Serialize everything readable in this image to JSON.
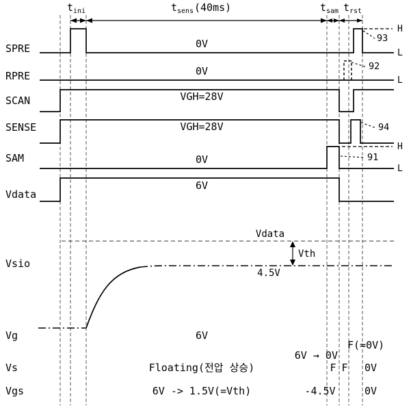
{
  "header": {
    "t_ini": {
      "main": "t",
      "sub": "ini"
    },
    "t_sens": {
      "main": "t",
      "sub": "sens",
      "suffix": "(40ms)"
    },
    "t_sam": {
      "main": "t",
      "sub": "sam"
    },
    "t_rst": {
      "main": "t",
      "sub": "rst"
    }
  },
  "signals": {
    "spre": {
      "label": "SPRE",
      "level": "0V",
      "high_marker": "H",
      "low_marker": "L",
      "ref_number": "93"
    },
    "rpre": {
      "label": "RPRE",
      "level": "0V",
      "low_marker": "L",
      "ref_number": "92"
    },
    "scan": {
      "label": "SCAN",
      "level": "VGH=28V"
    },
    "sense": {
      "label": "SENSE",
      "level": "VGH=28V",
      "ref_number": "94"
    },
    "sam": {
      "label": "SAM",
      "level": "0V",
      "high_marker": "H",
      "low_marker": "L",
      "ref_number": "91"
    },
    "vdata": {
      "label": "Vdata",
      "level": "6V"
    },
    "vsio": {
      "label": "Vsio",
      "reference_line": "Vdata",
      "threshold": "Vth",
      "settled_level": "4.5V"
    },
    "vg": {
      "label": "Vg",
      "during_sens": "6V",
      "during_sam": "6V → 0V",
      "during_rst": "F(≈0V)"
    },
    "vs": {
      "label": "Vs",
      "during_sens": "Floating(전압 상승)",
      "during_sam": "F",
      "during_rst_f": "F",
      "during_rst_v": "0V"
    },
    "vgs": {
      "label": "Vgs",
      "during_sens": "6V -> 1.5V(=Vth)",
      "during_sam": "-4.5V",
      "during_rst": "0V"
    }
  }
}
